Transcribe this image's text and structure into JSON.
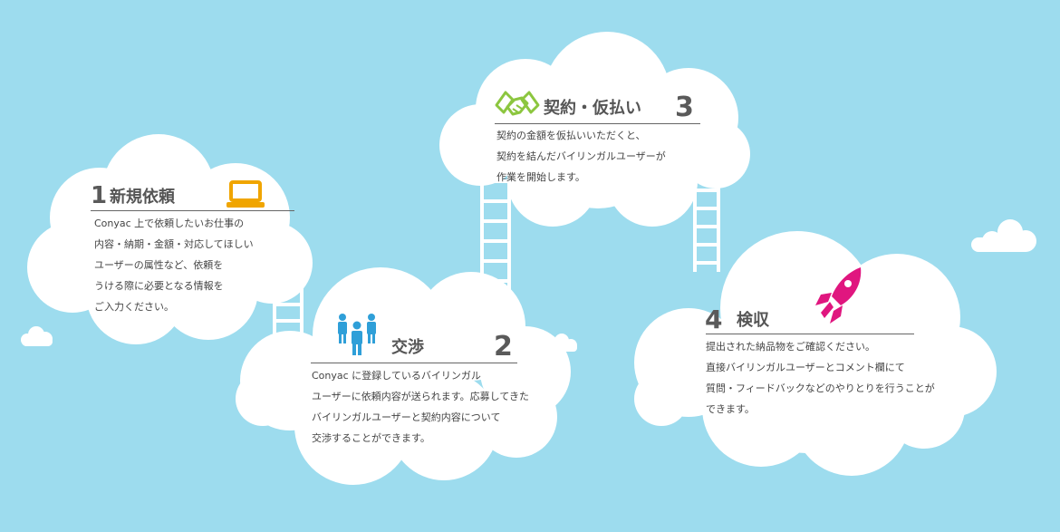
{
  "steps": [
    {
      "number": "1",
      "title": "新規依頼",
      "icon": "laptop-icon",
      "lines": [
        "Conyac 上で依頼したいお仕事の",
        "内容・納期・金額・対応してほしい",
        "ユーザーの属性など、依頼を",
        "うける際に必要となる情報を",
        "ご入力ください。"
      ]
    },
    {
      "number": "2",
      "title": "交渉",
      "icon": "people-icon",
      "lines": [
        "Conyac に登録しているバイリンガル",
        "ユーザーに依頼内容が送られます。応募してきた",
        "バイリンガルユーザーと契約内容について",
        "交渉することができます。"
      ]
    },
    {
      "number": "3",
      "title": "契約・仮払い",
      "icon": "handshake-icon",
      "lines": [
        "契約の金額を仮払いいただくと、",
        "契約を結んだバイリンガルユーザーが",
        "作業を開始します。"
      ]
    },
    {
      "number": "4",
      "title": "検収",
      "icon": "rocket-icon",
      "lines": [
        "提出された納品物をご確認ください。",
        "直接バイリンガルユーザーとコメント欄にて",
        "質問・フィードバックなどのやりとりを行うことが",
        "できます。"
      ]
    }
  ],
  "colors": {
    "sky": "#9ddcee",
    "cloud": "#ffffff",
    "laptop": "#f0a500",
    "people": "#2f9fd8",
    "handshake": "#8cc63f",
    "rocket": "#e0167f"
  }
}
